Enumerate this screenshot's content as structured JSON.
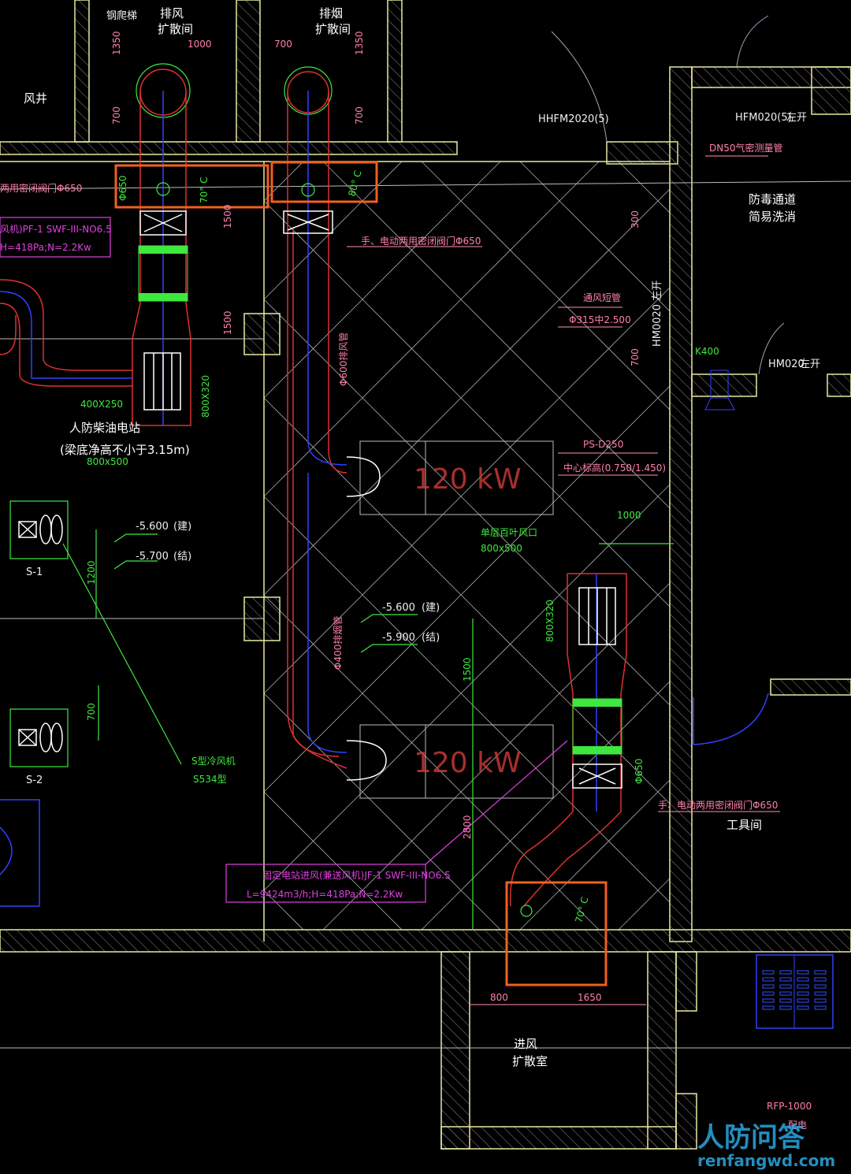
{
  "rooms": {
    "ladder": "钢爬梯",
    "exhaust_room_1": "排风",
    "exhaust_room_2": "扩散间",
    "smoke_room_1": "排烟",
    "smoke_room_2": "扩散间",
    "shaft": "风井",
    "corridor_1": "防毒通道",
    "corridor_2": "简易洗消",
    "station_1": "人防柴油电站",
    "station_2": "(梁底净高不小于3.15m)",
    "tool_room": "工具间",
    "intake_room_1": "进风",
    "intake_room_2": "扩散室"
  },
  "doors": {
    "d1": "HHFM2020(5)",
    "d2": "HFM020(5)",
    "d2_dir": "左开",
    "d3": "HM020",
    "d3_dir": "左开",
    "d4": "HM0020  左开"
  },
  "dims": {
    "top_1350_a": "1350",
    "top_1000": "1000",
    "top_700_a": "700",
    "top_700_b": "700",
    "top_1350_b": "1350",
    "top_700_c": "700",
    "left_1500_a": "1500",
    "left_1500_b": "1500",
    "d300": "300",
    "d700": "700",
    "right_1000": "1000",
    "right_1500": "1500",
    "right_2800": "2800",
    "d1200": "1200",
    "d700_s": "700",
    "bottom_800": "800",
    "bottom_1650": "1650"
  },
  "labels": {
    "phi650_a": "Φ650",
    "temp70_a": "70° C",
    "temp80": "80° C",
    "valve_left": "两用密闭阀门Φ650",
    "valve_mid": "手、电动两用密闭阀门Φ650",
    "valve_right": "手、电动两用密闭阀门Φ650",
    "pf1_line1": "风机)PF-1 SWF-III-NO6.5",
    "pf1_line2": "H=418Pa;N=2.2Kw",
    "dn50": "DN50气密测量管",
    "short_duct": "通风短管",
    "short_duct_size": "Φ315中2.500",
    "k400": "K400",
    "duct_600": "Φ600排风管",
    "duct_400": "Φ400排烟管",
    "gen_1": "120 kW",
    "gen_2": "120 kW",
    "ps": "PS-D250",
    "ps_elev": "中心标高(0.750/1.450)",
    "louver": "单层百叶风口",
    "louver_size": "800x500",
    "size_800x320_a": "800X320",
    "size_800x320_b": "800X320",
    "size_400x250": "400X250",
    "size_800x500_b": "800x500",
    "phi650_b": "Φ650",
    "elev_a1": "-5.600",
    "elev_a1_t": "(建)",
    "elev_a2": "-5.700",
    "elev_a2_t": "(结)",
    "elev_b1": "-5.600",
    "elev_b1_t": "(建)",
    "elev_b2": "-5.900",
    "elev_b2_t": "(结)",
    "s1": "S-1",
    "s2": "S-2",
    "cooler_1": "S型冷风机",
    "cooler_2": "S534型",
    "jf1_line1": "固定电站进风(兼送风机)JF-1 SWF-III-NO6.5",
    "jf1_line2": "L=9424m3/h;H=418Pa;N=2.2Kw",
    "temp70_b": "70° C",
    "rfp": "RFP-1000",
    "panel": "配电"
  },
  "watermark": {
    "cn": "人防问答",
    "url": "renfangwd.com"
  },
  "colors": {
    "background": "#000000",
    "highlight": "#f06020",
    "wall": "#e8e8a0",
    "duct": "#e03030",
    "annotation": "#e040e0"
  }
}
